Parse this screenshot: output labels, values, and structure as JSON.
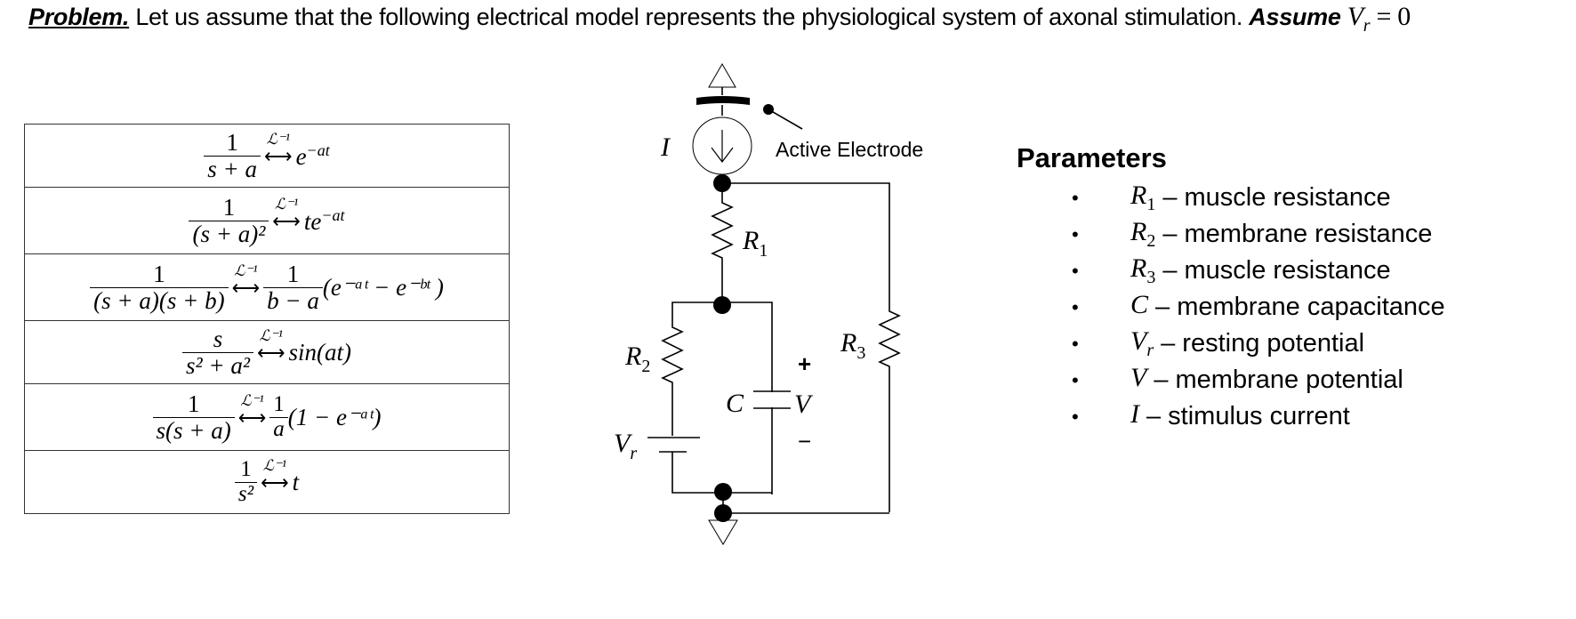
{
  "problem": {
    "label": "Problem.",
    "text": " Let us assume that the following electrical model represents the physiological system of axonal stimulation. ",
    "assume_label": "Assume",
    "assume_symbol": "V",
    "assume_subscript": "r",
    "assume_equals": " = 0"
  },
  "laplace_table": {
    "operator": "ℒ⁻¹",
    "arrow": "⟷",
    "rows": [
      {
        "lhs_num": "1",
        "lhs_den": "s + a",
        "rhs": "e",
        "rhs_sup": "−at",
        "rhs_pre": "",
        "rhs_frac_num": "",
        "rhs_frac_den": "",
        "rhs_post": ""
      },
      {
        "lhs_num": "1",
        "lhs_den": "(s + a)²",
        "rhs": "te",
        "rhs_sup": "−at",
        "rhs_pre": "",
        "rhs_frac_num": "",
        "rhs_frac_den": "",
        "rhs_post": ""
      },
      {
        "lhs_num": "1",
        "lhs_den": "(s + a)(s + b)",
        "rhs_frac_num": "1",
        "rhs_frac_den": "b − a",
        "rhs_post": "(e⁻ᵃᵗ − e⁻ᵇᵗ )"
      },
      {
        "lhs_num": "s",
        "lhs_den": "s² + a²",
        "rhs": "sin(at)"
      },
      {
        "lhs_num": "1",
        "lhs_den": "s(s + a)",
        "rhs_frac_num": "1",
        "rhs_frac_den": "a",
        "rhs_post": "(1 − e⁻ᵃᵗ)"
      },
      {
        "lhs_num": "1",
        "lhs_den": "s²",
        "rhs": "t"
      }
    ]
  },
  "circuit": {
    "current_label": "I",
    "electrode_label": "Active Electrode",
    "r1_label": "R",
    "r1_sub": "1",
    "r2_label": "R",
    "r2_sub": "2",
    "r3_label": "R",
    "r3_sub": "3",
    "c_label": "C",
    "v_label": "V",
    "plus": "+",
    "minus": "−",
    "vr_label": "V",
    "vr_sub": "r"
  },
  "parameters": {
    "title": "Parameters",
    "bullet": "•",
    "items": [
      {
        "symbol": "R",
        "sub": "1",
        "desc": "– muscle resistance"
      },
      {
        "symbol": "R",
        "sub": "2",
        "desc": "– membrane resistance"
      },
      {
        "symbol": "R",
        "sub": "3",
        "desc": "– muscle resistance"
      },
      {
        "symbol": "C",
        "sub": "",
        "desc": "– membrane capacitance"
      },
      {
        "symbol": "V",
        "sub": "r",
        "desc": "– resting potential"
      },
      {
        "symbol": "V",
        "sub": "",
        "desc": "– membrane potential"
      },
      {
        "symbol": "I",
        "sub": "",
        "desc": "– stimulus current"
      }
    ]
  }
}
